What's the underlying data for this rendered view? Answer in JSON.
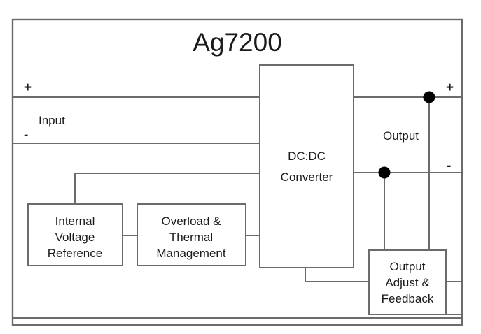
{
  "diagram": {
    "title": "Ag7200",
    "type": "block-diagram",
    "background_color": "#ffffff",
    "line_color": "#6b6b6b",
    "text_color": "#1a1a1a",
    "node_color": "#000000",
    "blocks": [
      {
        "id": "dcdc-converter",
        "lines": [
          "DC:DC",
          "Converter"
        ],
        "line1": "DC:DC",
        "line2": "Converter"
      },
      {
        "id": "internal-voltage-reference",
        "lines": [
          "Internal",
          "Voltage",
          "Reference"
        ],
        "line1": "Internal",
        "line2": "Voltage",
        "line3": "Reference"
      },
      {
        "id": "overload-thermal-management",
        "lines": [
          "Overload &",
          "Thermal",
          "Management"
        ],
        "line1": "Overload &",
        "line2": "Thermal",
        "line3": "Management"
      },
      {
        "id": "output-adjust-feedback",
        "lines": [
          "Output",
          "Adjust &",
          "Feedback"
        ],
        "line1": "Output",
        "line2": "Adjust &",
        "line3": "Feedback"
      }
    ],
    "ports": {
      "input_label": "Input",
      "input_positive": "+",
      "input_negative": "-",
      "output_label": "Output",
      "output_positive": "+",
      "output_negative": "-"
    }
  }
}
